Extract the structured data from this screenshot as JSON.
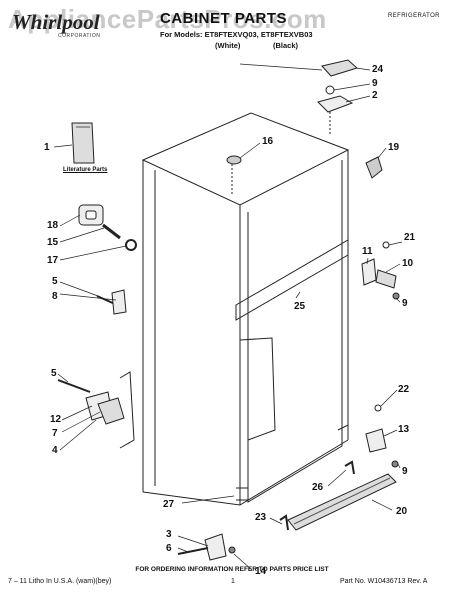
{
  "watermark": "AppliancePartsPros.com",
  "header": {
    "brand": "Whirlpool",
    "brand_sub": "CORPORATION",
    "title": "CABINET PARTS",
    "models_line": "For Models: ET8FTEXVQ03, ET8FTEXVB03",
    "color_white": "(White)",
    "color_black": "(Black)",
    "product_type": "REFRIGERATOR"
  },
  "literature_label": "Literature Parts",
  "callouts": [
    "24",
    "9",
    "2",
    "16",
    "19",
    "1",
    "18",
    "15",
    "17",
    "11",
    "21",
    "10",
    "5",
    "8",
    "9",
    "25",
    "5",
    "12",
    "7",
    "4",
    "22",
    "13",
    "9",
    "26",
    "20",
    "27",
    "23",
    "3",
    "6",
    "14"
  ],
  "footer": {
    "order_note": "FOR ORDERING INFORMATION REFER TO PARTS PRICE LIST",
    "litho": "7 – 11 Litho In U.S.A. (wam)(bey)",
    "page": "1",
    "part_no": "Part No. W10436713 Rev. A"
  }
}
